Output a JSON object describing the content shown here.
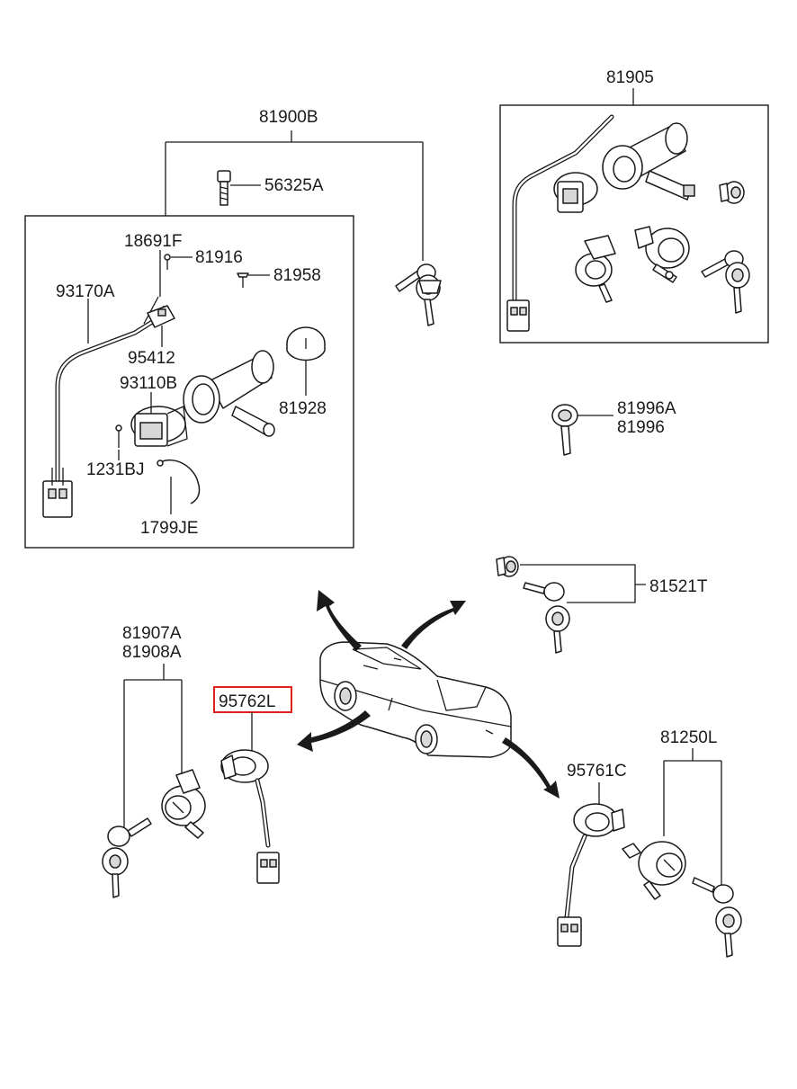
{
  "labels": {
    "p81900B": "81900B",
    "p56325A": "56325A",
    "p18691F": "18691F",
    "p81916": "81916",
    "p81958": "81958",
    "p93170A": "93170A",
    "p95412": "95412",
    "p93110B": "93110B",
    "p81928": "81928",
    "p1231BJ": "1231BJ",
    "p1799JE": "1799JE",
    "p81905": "81905",
    "p81996A": "81996A",
    "p81996": "81996",
    "p81521T": "81521T",
    "p81907A": "81907A",
    "p81908A": "81908A",
    "p95762L": "95762L",
    "p81250L": "81250L",
    "p95761C": "95761C"
  },
  "highlight_color": "#e0201a"
}
